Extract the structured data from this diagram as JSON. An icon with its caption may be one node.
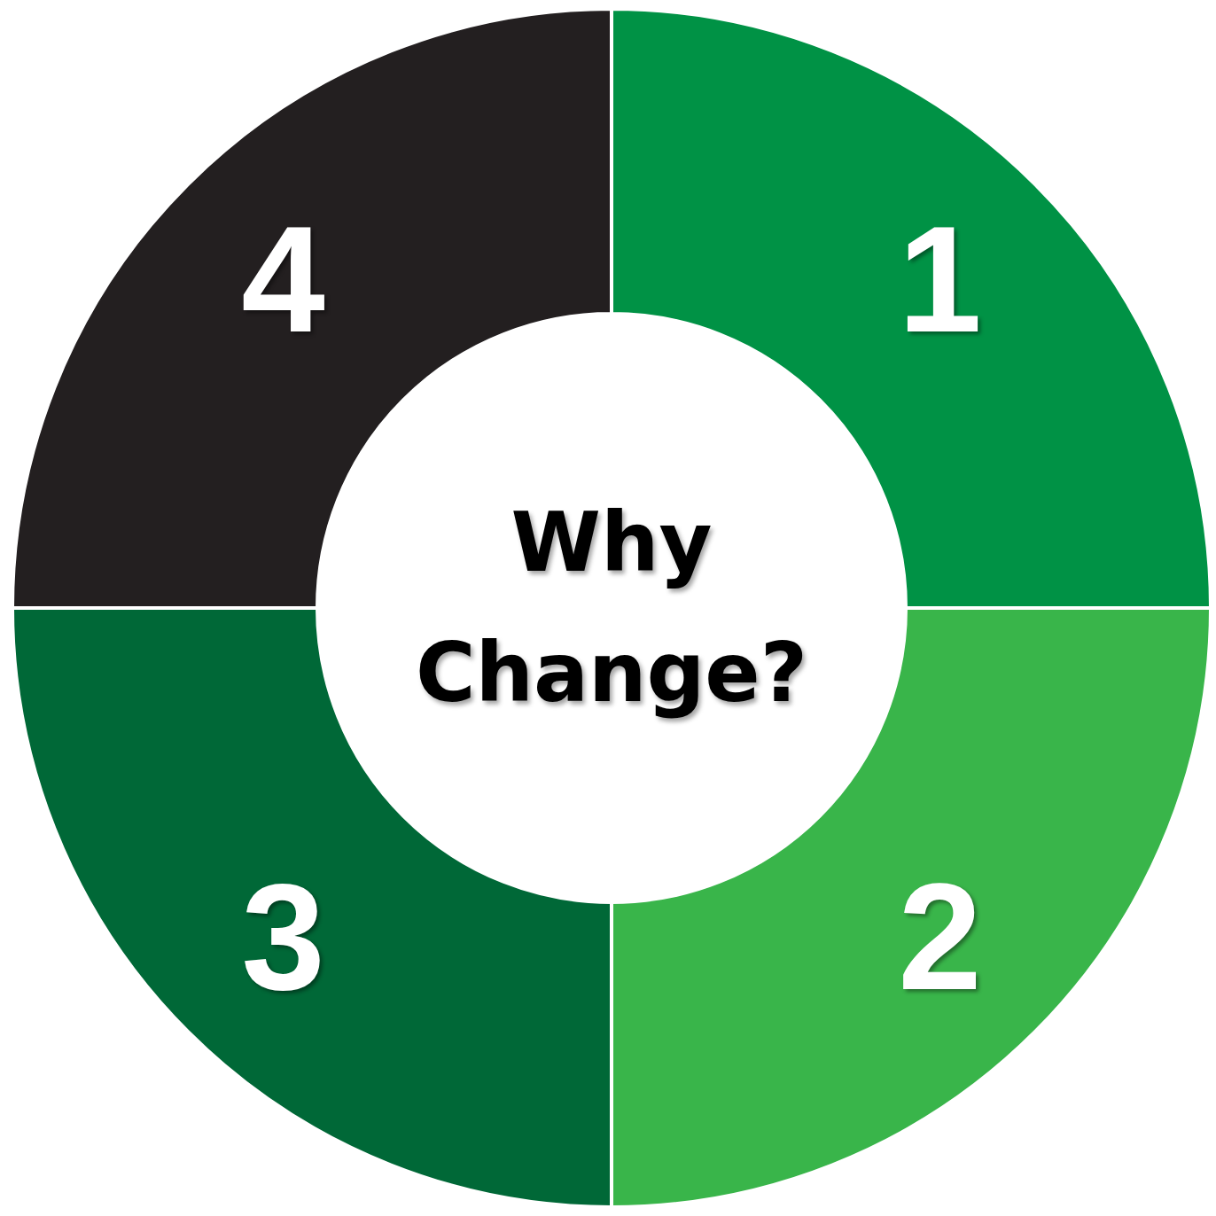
{
  "diagram": {
    "nodes": [
      {
        "text": [
          "Why Change?"
        ]
      },
      {
        "text": [
          "1"
        ]
      },
      {
        "text": [
          "2"
        ]
      },
      {
        "text": [
          "3"
        ]
      },
      {
        "text": [
          "4"
        ]
      }
    ]
  }
}
